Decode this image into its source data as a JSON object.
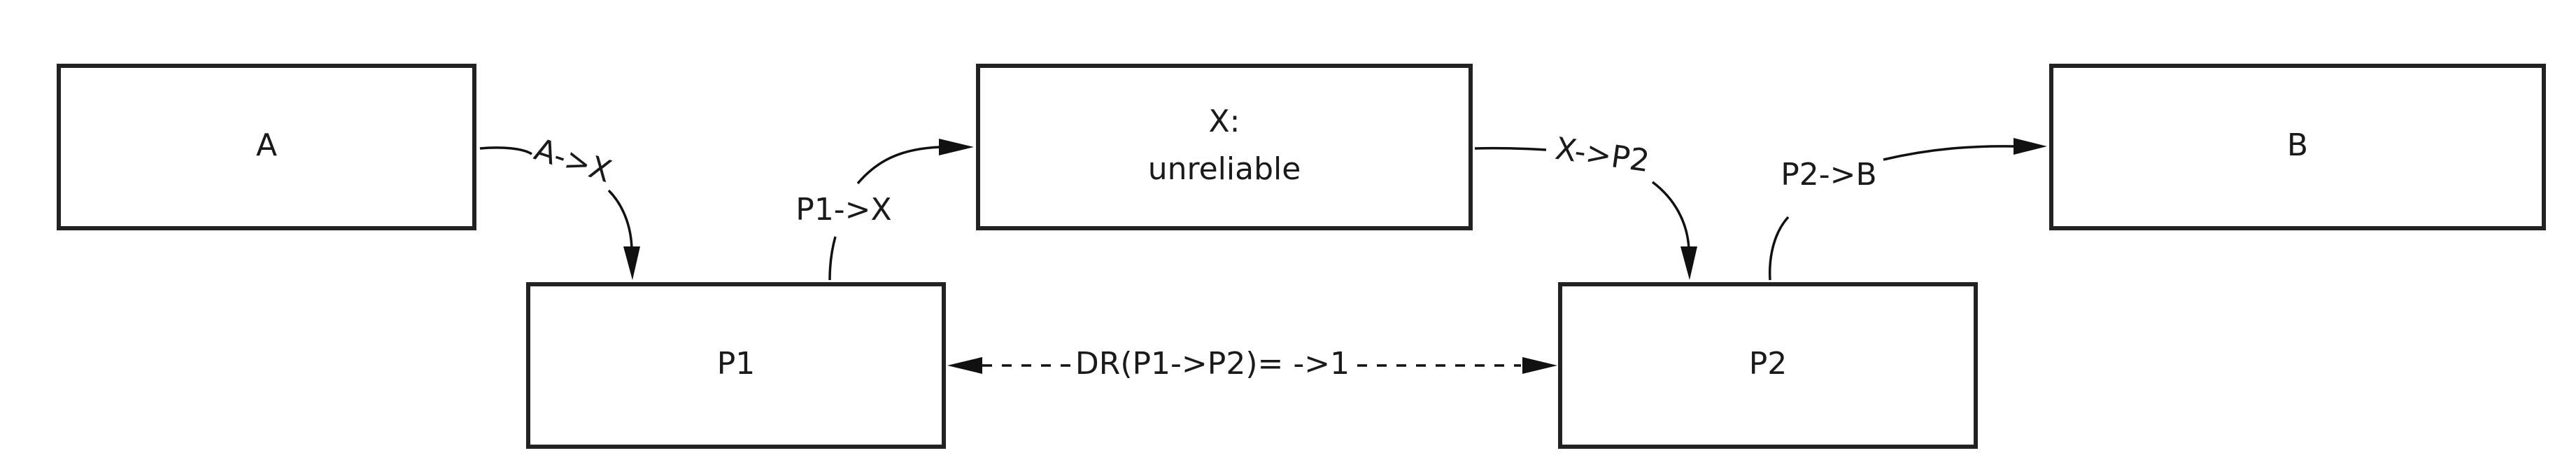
{
  "diagram": {
    "nodes": {
      "a": {
        "label": "A"
      },
      "x": {
        "label_line1": "X:",
        "label_line2": "unreliable"
      },
      "b": {
        "label": "B"
      },
      "p1": {
        "label": "P1"
      },
      "p2": {
        "label": "P2"
      }
    },
    "edges": {
      "a_p1": {
        "label": "A->X"
      },
      "p1_x": {
        "label": "P1->X"
      },
      "x_p2": {
        "label": "X->P2"
      },
      "p2_b": {
        "label": "P2->B"
      },
      "p1_p2": {
        "label": "DR(P1->P2)= ->1"
      }
    },
    "colors": {
      "stroke": "#222222",
      "background": "#ffffff"
    }
  }
}
